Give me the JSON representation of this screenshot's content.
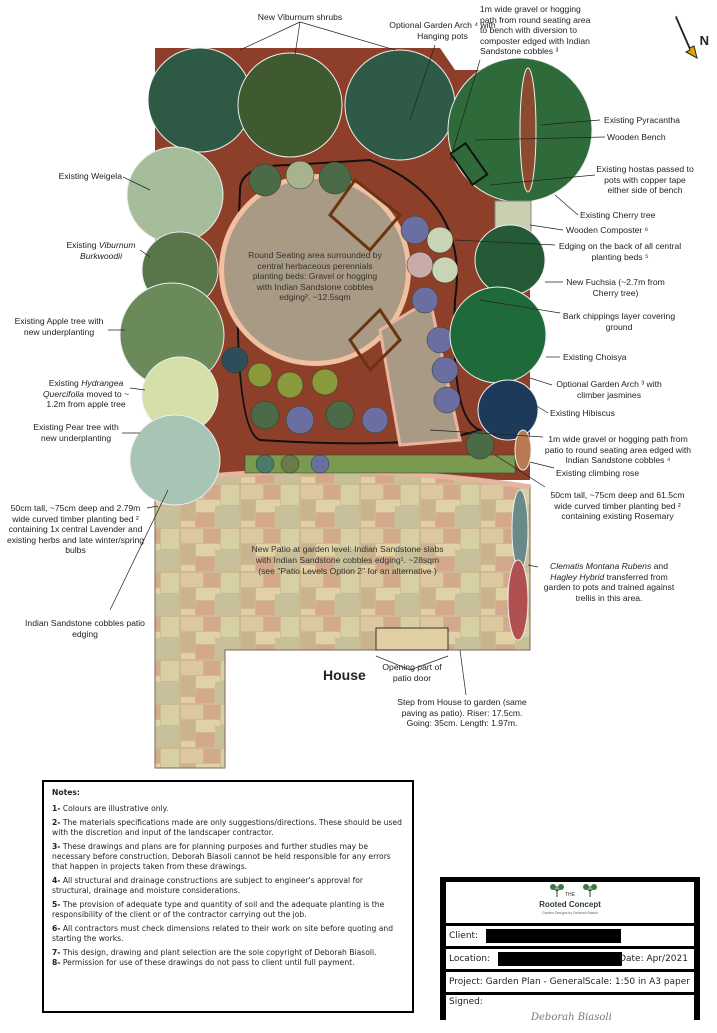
{
  "plan_labels": {
    "new_viburnum": "New Viburnum shrubs",
    "arch4": "Optional Garden Arch ⁴ with Hanging pots",
    "path_bench": "1m wide gravel or hogging path from round seating area to bench with diversion to composter edged with Indian Sandstone cobbles ³",
    "pyracantha": "Existing Pyracantha",
    "bench": "Wooden Bench",
    "hostas": "Existing hostas passed to pots with copper tape either side of bench",
    "cherry": "Existing Cherry tree",
    "composter": "Wooden Composter ⁶",
    "edging": "Edging on the back of all central planting beds ⁵",
    "fuchsia": "New Fuchsia (~2.7m from Cherry tree)",
    "bark": "Bark chippings layer covering ground",
    "choisya": "Existing Choisya",
    "arch3": "Optional Garden Arch ³ with climber jasmines",
    "hibiscus": "Existing Hibiscus",
    "path_patio": "1m wide gravel or hogging path from patio to round seating area edged with Indian Sandstone cobbles ⁴",
    "climbing_rose": "Existing climbing rose",
    "bed_right": "50cm tall, ~75cm deep and 61.5cm wide curved timber planting bed ²  containing existing Rosemary",
    "clematis_italic": "Clematis Montana Rubens",
    "clematis_and": " and ",
    "clematis_italic2": "Hagley Hybrid",
    "clematis_rest": " transferred from garden to pots and trained against trellis in this area.",
    "patio_door": "Opening part of patio door",
    "step": "Step from House to garden (same paving as patio). Riser: 17.5cm. Going: 35cm. Length: 1.97m.",
    "house": "House",
    "weigela": "Existing Weigela",
    "viburnum_b1": "Existing ",
    "viburnum_b2": "Viburnum Burkwoodii",
    "apple": "Existing Apple tree with new underplanting",
    "hydrangea1": "Existing ",
    "hydrangea2": "Hydrangea Quercifolia",
    "hydrangea3": " moved to ~ 1.2m from apple tree",
    "pear": "Existing Pear tree with new underplanting",
    "bed_left": "50cm tall, ~75cm deep and 2.79m wide curved timber planting bed ² containing 1x central Lavender and existing herbs and late winter/spring bulbs",
    "patio_edging": "Indian Sandstone cobbles patio edging",
    "round_seating": "Round Seating area surrounded by central herbaceous perennials planting beds: Gravel or hogging with Indian Sandstone cobbles edging². ~12.5sqm",
    "new_patio": "New Patio at garden level: Indian Sandstone slabs with Indian Sandstone cobbles edging¹. ~28sqm",
    "new_patio_see": "(see \"Patio Levels Option 2\" for an alternative )",
    "north": "N"
  },
  "notes": {
    "title": "Notes:",
    "items": [
      {
        "n": "1-",
        "t": " Colours are illustrative only."
      },
      {
        "n": "2-",
        "t": " The materials specifications made are only suggestions/directions. These should be used with the discretion and input of the landscaper contractor."
      },
      {
        "n": "3-",
        "t": " These drawings and plans are for planning purposes and further studies may be necessary before construction. Deborah Biasoli cannot be held responsible for any errors that happen in projects taken from these drawings."
      },
      {
        "n": "4-",
        "t": " All structural and drainage constructions are subject to engineer's approval for structural, drainage and moisture considerations."
      },
      {
        "n": "5-",
        "t": " The provision of adequate type and quantity of soil and the adequate planting is the responsibility of the client or of the contractor carrying out the job."
      },
      {
        "n": "6-",
        "t": " All contractors must check dimensions related to their work on site before quoting and starting the works."
      },
      {
        "n": "7-",
        "t": " This design, drawing and plant selection are the sole copyright of Deborah Biasoli."
      },
      {
        "n": "8-",
        "t": " Permission for use of these drawings do not pass to client until full payment."
      }
    ]
  },
  "title_block": {
    "logo_the": "THE",
    "logo_name": "Rooted Concept",
    "logo_tag": "Garden Designs by Deborah Biasoli",
    "client": "Client:",
    "location": "Location:",
    "date": "Date: Apr/2021",
    "project": "Project: Garden Plan - General",
    "scale": "Scale: 1:50 in A3 paper",
    "signed": "Signed:",
    "signature": "Deborah Biasoli"
  },
  "colors": {
    "soil": "#8e3f2a",
    "gravel": "#a89a84",
    "paving": "#d7c49a",
    "arrow": "#e0a800"
  }
}
